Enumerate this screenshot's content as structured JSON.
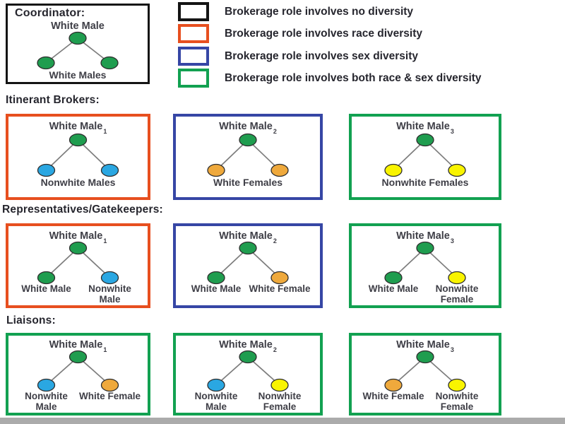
{
  "colors": {
    "node": {
      "green": "#1f9d4f",
      "blue": "#2aa7e2",
      "orange": "#efa93c",
      "yellow": "#f9f400"
    },
    "node_outline": "#2d2d2d",
    "border": {
      "black": "#141414",
      "orange": "#e74f1f",
      "blue": "#3646a5",
      "green": "#12a151"
    },
    "edge": "#7d7d7d",
    "heading_text": "#26262e",
    "label_text": "#3e3e46",
    "bottom_bar": "#ababab"
  },
  "legend": {
    "items": [
      {
        "box_color": "black",
        "label": "Brokerage role involves no diversity"
      },
      {
        "box_color": "orange",
        "label": "Brokerage role involves race diversity"
      },
      {
        "box_color": "blue",
        "label": "Brokerage role involves sex diversity"
      },
      {
        "box_color": "green",
        "label": "Brokerage role involves both race & sex diversity"
      }
    ]
  },
  "coordinator": {
    "heading": "Coordinator:",
    "border": "black",
    "tree": {
      "top_label": "White Male",
      "top_sub": "",
      "top_color": "green",
      "left_color": "green",
      "right_color": "green",
      "shared_label": "White Males"
    }
  },
  "sections": [
    {
      "heading": "Itinerant Brokers:",
      "boxes": [
        {
          "border": "orange",
          "top_label": "White Male",
          "top_sub": "1",
          "top_color": "green",
          "left_color": "blue",
          "right_color": "blue",
          "shared_label": "Nonwhite Males"
        },
        {
          "border": "blue",
          "top_label": "White Male",
          "top_sub": "2",
          "top_color": "green",
          "left_color": "orange",
          "right_color": "orange",
          "shared_label": "White Females"
        },
        {
          "border": "green",
          "top_label": "White Male",
          "top_sub": "3",
          "top_color": "green",
          "left_color": "yellow",
          "right_color": "yellow",
          "shared_label": "Nonwhite Females"
        }
      ]
    },
    {
      "heading": "Representatives/Gatekeepers:",
      "boxes": [
        {
          "border": "orange",
          "top_label": "White Male",
          "top_sub": "1",
          "top_color": "green",
          "left_color": "green",
          "left_label": "White Male",
          "right_color": "blue",
          "right_label": "Nonwhite Male"
        },
        {
          "border": "blue",
          "top_label": "White Male",
          "top_sub": "2",
          "top_color": "green",
          "left_color": "green",
          "left_label": "White Male",
          "right_color": "orange",
          "right_label": "White Female"
        },
        {
          "border": "green",
          "top_label": "White Male",
          "top_sub": "3",
          "top_color": "green",
          "left_color": "green",
          "left_label": "White Male",
          "right_color": "yellow",
          "right_label": "Nonwhite Female"
        }
      ]
    },
    {
      "heading": "Liaisons:",
      "boxes": [
        {
          "border": "green",
          "top_label": "White Male",
          "top_sub": "1",
          "top_color": "green",
          "left_color": "blue",
          "left_label": "Nonwhite Male",
          "right_color": "orange",
          "right_label": "White Female"
        },
        {
          "border": "green",
          "top_label": "White Male",
          "top_sub": "2",
          "top_color": "green",
          "left_color": "blue",
          "left_label": "Nonwhite Male",
          "right_color": "yellow",
          "right_label": "Nonwhite Female"
        },
        {
          "border": "green",
          "top_label": "White Male",
          "top_sub": "3",
          "top_color": "green",
          "left_color": "orange",
          "left_label": "White Female",
          "right_color": "yellow",
          "right_label": "Nonwhite Female"
        }
      ]
    }
  ]
}
